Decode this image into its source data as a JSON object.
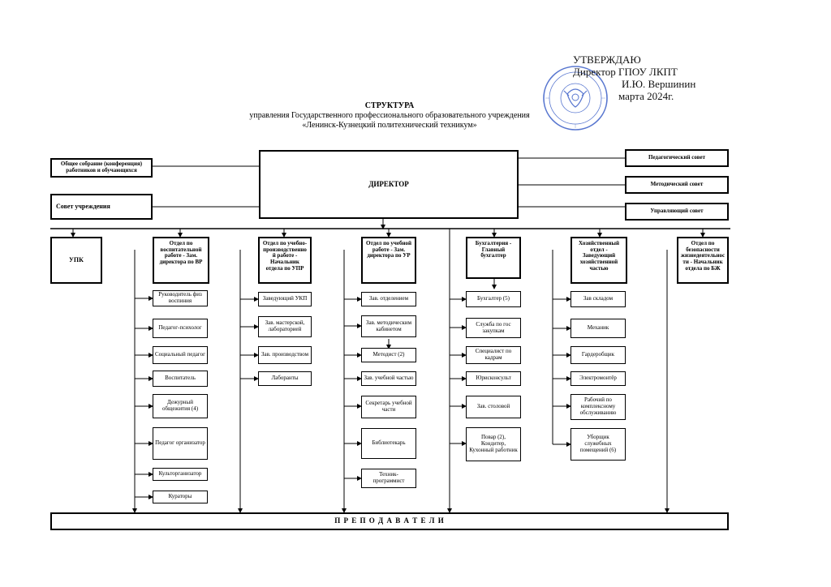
{
  "approval": {
    "line1": "УТВЕРЖДАЮ",
    "line2": "Директор ГПОУ ЛКПТ",
    "line3": "И.Ю. Вершинин",
    "line4": "марта 2024г."
  },
  "header": {
    "title": "СТРУКТУРА",
    "subtitle1": "управления Государственного профессионального образовательного учреждения",
    "subtitle2": "«Ленинск-Кузнецкий политехнический техникум»"
  },
  "director": "ДИРЕКТОР",
  "left_boxes": [
    "Общее собрание (конференция) работников и обучающихся",
    "Совет учреждения"
  ],
  "right_boxes": [
    "Педагогический совет",
    "Методический совет",
    "Управляющий совет"
  ],
  "departments": [
    {
      "head": "УПК",
      "items": []
    },
    {
      "head": "Отдел по воспитательной работе - Зам. директора по ВР",
      "items": [
        "Руководитель физ воспиния",
        "Педагог-психолог",
        "Социальный педагог",
        "Воспитатель",
        "Дежурный общежития (4)",
        "Педагог организатор",
        "Культорганизатор",
        "Кураторы"
      ]
    },
    {
      "head": "Отдел по учебно-производственно й работе - Начальник отдела по УПР",
      "items": [
        "Заведующий УКП",
        "Зав. мастерской, лабораторией",
        "Зав. производством",
        "Лаборанты"
      ]
    },
    {
      "head": "Отдел по учебной работе - Зам. директора по УР",
      "items": [
        "Зав. отделением",
        "Зав. методическим кабинетом",
        "Методист (2)",
        "Зав. учебной частью",
        "Секретарь учебной части",
        "Библиотекарь",
        "Техник-программист"
      ]
    },
    {
      "head": "Бухгалтерия - Главный бухгалтер",
      "items": [
        "Бухгалтер (5)",
        "Служба по гос закупкам",
        "Специалист по кадрам",
        "Юрисконсульт",
        "Зав. столовой",
        "Повар (2), Кондитер, Кухонный работник"
      ]
    },
    {
      "head": "Хозяйственный отдел - Заведующий хозяйственной частью",
      "items": [
        "Зав складом",
        "Механик",
        "Гардеробщик",
        "Электромонтёр",
        "Рабочий по комплексному обслуживанию",
        "Уборщик служебных помещений (6)"
      ]
    },
    {
      "head": "Отдел по безопасности жизнедеятельнос ти - Начальник отдела по БЖ",
      "items": []
    }
  ],
  "teachers": "П Р Е П О Д А В А Т Е Л И",
  "colors": {
    "stamp": "#2f55c4",
    "line": "#000000"
  }
}
